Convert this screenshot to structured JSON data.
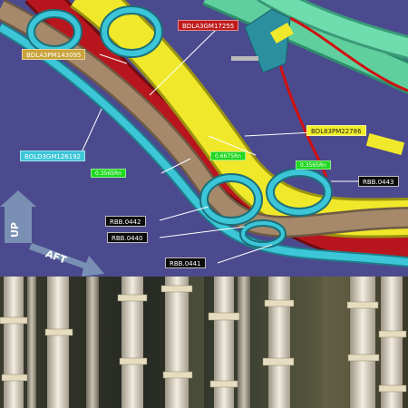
{
  "cad_view": {
    "labels": {
      "bdla3gm17255": "BDLA3GM17255",
      "bdla3pm143095": "BDLA3PM143095",
      "bdl83pm22786": "BDL83PM22786",
      "bdld3gm126192": "BOLD3GM126192",
      "rbb0443": "RBB.0443",
      "rbb0442": "RBB.0442",
      "rbb0440": "RBB.0440",
      "rbb0441": "RBB.0441",
      "dim_a": "0.3565Rn",
      "dim_b": "0.6675Rn",
      "dim_c": "0.3565Rn"
    },
    "axes": {
      "up": "UP",
      "aft": "AFT"
    },
    "colors": {
      "background": "#4c4a8e",
      "yellow_tube": "#f0e82a",
      "tan_tube": "#a5896a",
      "red_tube": "#b8161e",
      "cyan_tube": "#3cc6d8",
      "green_tube": "#5fcf9e",
      "clamp": "#2fa8b4"
    }
  },
  "photo": {
    "description_icon": "wire-bundles-photo"
  }
}
